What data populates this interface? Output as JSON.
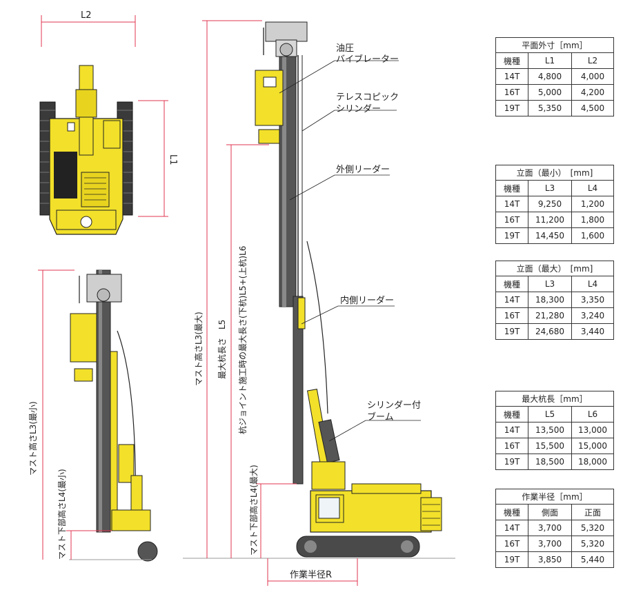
{
  "dimension_labels": {
    "l2": "L2",
    "l1": "L1",
    "mast_height_max": "マスト高さL3(最大)",
    "pile_length_max": "最大杭長さ　L5",
    "joint_pile_length": "杭ジョイント施工時の最大長さ(下杭)L5+(上杭)L6",
    "mast_lower_height_max": "マスト下部高さL4(最大)",
    "mast_height_min": "マスト高さL3(最小)",
    "mast_lower_height_min": "マスト下部高さL4(最小)",
    "working_radius": "作業半径R"
  },
  "callouts": {
    "vibrator_line1": "油圧",
    "vibrator_line2": "バイブレーター",
    "telescopic_line1": "テレスコピック",
    "telescopic_line2": "シリンダー",
    "outer_leader": "外側リーダー",
    "inner_leader": "内側リーダー",
    "boom_line1": "シリンダー付",
    "boom_line2": "ブーム"
  },
  "colors": {
    "machine_yellow": "#f2e02a",
    "dimension_red": "#e0344f",
    "outline": "#222222"
  },
  "tables": {
    "plan": {
      "title": "平面外寸［mm］",
      "headers": [
        "機種",
        "L1",
        "L2"
      ],
      "rows": [
        [
          "14T",
          "4,800",
          "4,000"
        ],
        [
          "16T",
          "5,000",
          "4,200"
        ],
        [
          "19T",
          "5,350",
          "4,500"
        ]
      ]
    },
    "elev_min": {
      "title": "立面（最小）　[mm]",
      "headers": [
        "機種",
        "L3",
        "L4"
      ],
      "rows": [
        [
          "14T",
          "9,250",
          "1,200"
        ],
        [
          "16T",
          "11,200",
          "1,800"
        ],
        [
          "19T",
          "14,450",
          "1,600"
        ]
      ]
    },
    "elev_max": {
      "title": "立面（最大）　[mm]",
      "headers": [
        "機種",
        "L3",
        "L4"
      ],
      "rows": [
        [
          "14T",
          "18,300",
          "3,350"
        ],
        [
          "16T",
          "21,280",
          "3,240"
        ],
        [
          "19T",
          "24,680",
          "3,440"
        ]
      ]
    },
    "pile": {
      "title": "最大杭長［mm］",
      "headers": [
        "機種",
        "L5",
        "L6"
      ],
      "rows": [
        [
          "14T",
          "13,500",
          "13,000"
        ],
        [
          "16T",
          "15,500",
          "15,000"
        ],
        [
          "19T",
          "18,500",
          "18,000"
        ]
      ]
    },
    "radius": {
      "title": "作業半径［mm］",
      "headers": [
        "機種",
        "側面",
        "正面"
      ],
      "rows": [
        [
          "14T",
          "3,700",
          "5,320"
        ],
        [
          "16T",
          "3,700",
          "5,320"
        ],
        [
          "19T",
          "3,850",
          "5,440"
        ]
      ]
    }
  }
}
